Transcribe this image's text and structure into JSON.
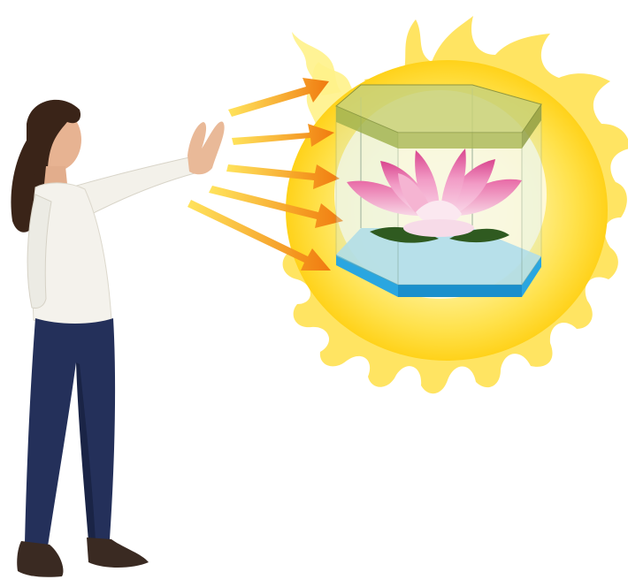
{
  "scene": {
    "subject": "woman",
    "object": "lotus-in-hexagonal-prism",
    "arrow_count": 5,
    "colors": {
      "background": "#ffffff",
      "glow": "#ffe14a",
      "glow_light": "#fff7b8",
      "arrow_start": "#ffd23a",
      "arrow_end": "#f07a10",
      "prism_top": "#b5c76a",
      "prism_base": "#2aa6e0",
      "lotus": "#f08ab8",
      "sweater": "#f4f2ec",
      "jeans": "#24305a",
      "hair": "#3a2418",
      "skin": "#e9b998"
    }
  }
}
